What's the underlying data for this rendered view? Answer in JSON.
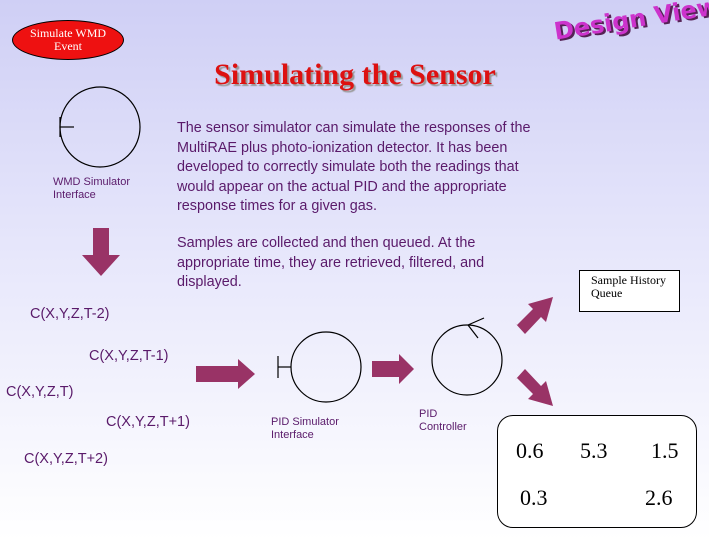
{
  "event_button": {
    "label": "Simulate WMD Event"
  },
  "design_view": "Design View",
  "title": "Simulating the Sensor",
  "paragraphs": [
    "The sensor simulator can simulate the responses of the MultiRAE plus photo-ionization detector.  It has been developed to correctly simulate both the readings that would appear on the actual PID and the appropriate response times for a given gas.",
    "Samples are collected and then queued. At the appropriate time, they are retrieved, filtered, and displayed."
  ],
  "labels": {
    "wmd_interface": "WMD Simulator Interface",
    "pid_interface": "PID Simulator Interface",
    "pid_controller": "PID Controller",
    "sample_queue": "Sample History Queue"
  },
  "coords": [
    "C(X,Y,Z,T-2)",
    "C(X,Y,Z,T-1)",
    "C(X,Y,Z,T)",
    "C(X,Y,Z,T+1)",
    "C(X,Y,Z,T+2)"
  ],
  "values": [
    "0.6",
    "5.3",
    "1.5",
    "0.3",
    "2.6"
  ],
  "colors": {
    "arrow": "#993366",
    "text": "#5a1a6a",
    "title": "#dd1111",
    "event": "#ee1111",
    "design_view": "#cc33cc"
  }
}
